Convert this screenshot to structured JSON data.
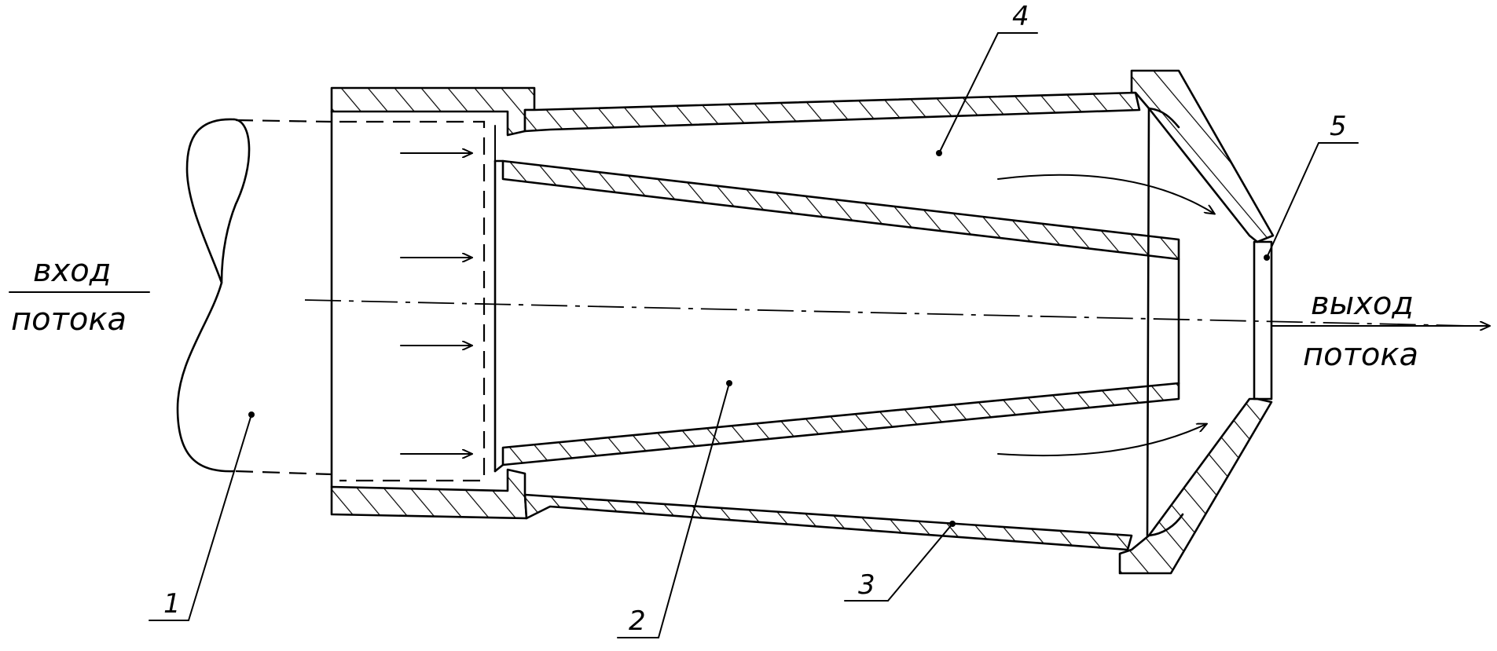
{
  "labels": {
    "inlet_top": "вход",
    "inlet_bottom": "потока",
    "outlet_top": "выход",
    "outlet_bottom": "потока"
  },
  "callouts": [
    "1",
    "2",
    "3",
    "4",
    "5"
  ]
}
